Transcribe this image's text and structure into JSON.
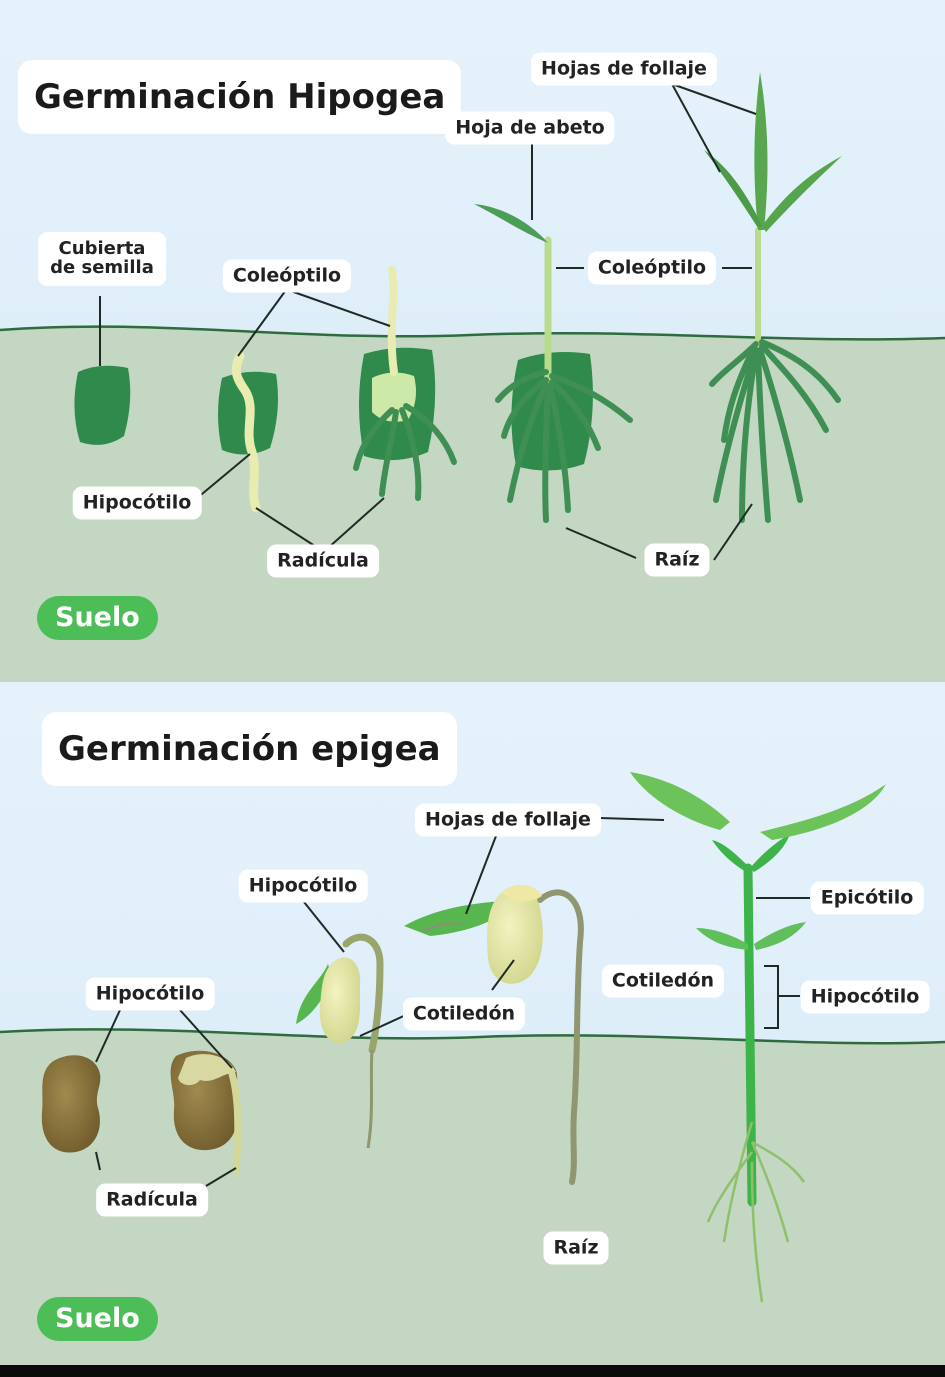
{
  "hypogeal": {
    "title": "Germinación Hipogea",
    "labels": {
      "seed_coat": "Cubierta\nde semilla",
      "coleoptile_1": "Coleóptilo",
      "hypocotyl": "Hipocótilo",
      "radicle": "Radícula",
      "fir_leaf": "Hoja de abeto",
      "foliage_leaves": "Hojas de follaje",
      "coleoptile_2": "Coleóptilo",
      "root": "Raíz"
    },
    "soil": "Suelo"
  },
  "epigeal": {
    "title": "Germinación epigea",
    "labels": {
      "hypocotyl_1": "Hipocótilo",
      "radicle": "Radícula",
      "hypocotyl_2": "Hipocótilo",
      "foliage_leaves": "Hojas de follaje",
      "cotyledon_1": "Cotiledón",
      "cotyledon_2": "Cotiledón",
      "epicotyl": "Epicótilo",
      "hypocotyl_3": "Hipocótilo",
      "root": "Raíz"
    },
    "soil": "Suelo"
  },
  "colors": {
    "sky": "#dcedf8",
    "soil": "#c3d7c2",
    "soil_line": "#2e6b3e",
    "seed_green": "#2f8a4b",
    "root_green": "#3f8f55",
    "leaf_green": "#5cbb56",
    "sprout_yellow": "#e9ecb0",
    "bean_brown": "#7f6a3a",
    "pill_green": "#4cbd57"
  }
}
